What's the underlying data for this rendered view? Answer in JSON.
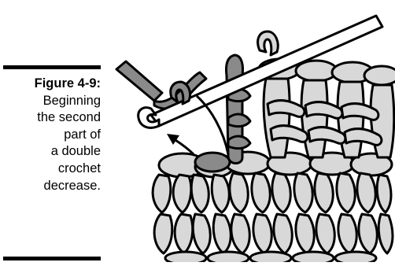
{
  "figure": {
    "label": "Figure 4-9:",
    "caption_lines": [
      "Beginning",
      "the second",
      "part of",
      "a double",
      "crochet",
      "decrease."
    ]
  },
  "illustration": {
    "subject": "crochet-hook-with-yarn-and-stitches",
    "colors": {
      "yarn_fill": "#d8d8d8",
      "working_yarn": "#8a8a8a",
      "outline": "#000000",
      "hook_fill": "#ffffff",
      "background": "#ffffff"
    }
  }
}
